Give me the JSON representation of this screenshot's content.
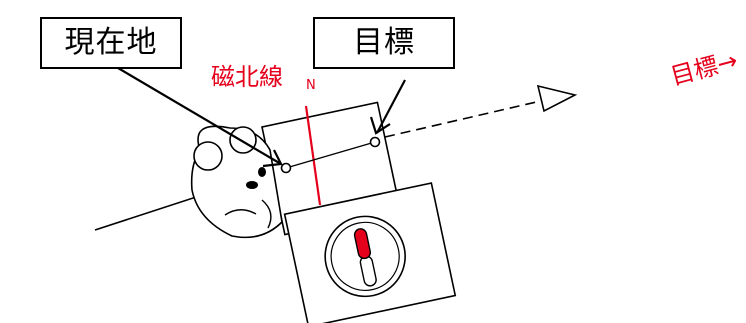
{
  "labels": {
    "current_location": "現在地",
    "target": "目標",
    "magnetic_north_line": "磁北線",
    "target_arrow": "目標→",
    "north_marker": "N"
  },
  "colors": {
    "accent_red": "#e5001c",
    "line": "#000000",
    "background": "#ffffff"
  }
}
